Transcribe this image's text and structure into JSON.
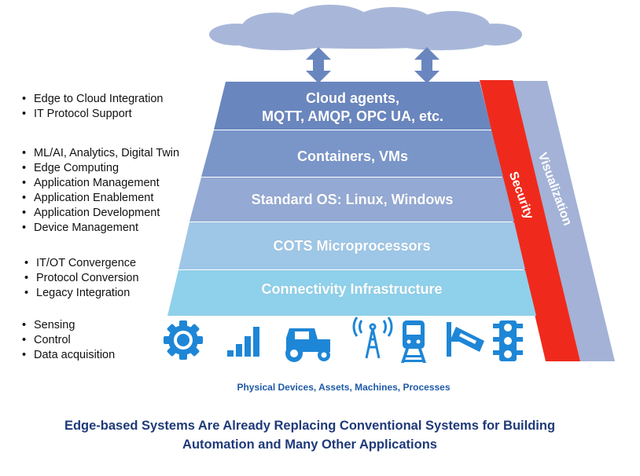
{
  "layers": [
    {
      "id": "cloud-agents",
      "line1": "Cloud agents,",
      "line2": "MQTT, AMQP, OPC UA, etc.",
      "color": "#6a86be"
    },
    {
      "id": "containers",
      "line1": "Containers, VMs",
      "color": "#7a96c9"
    },
    {
      "id": "standard-os",
      "line1": "Standard OS:  Linux, Windows",
      "color": "#94a9d3"
    },
    {
      "id": "cots",
      "line1": "COTS Microprocessors",
      "color": "#9ec6e6"
    },
    {
      "id": "connectivity",
      "line1": "Connectivity Infrastructure",
      "color": "#8fd0ea"
    }
  ],
  "side_bars": {
    "security": {
      "label": "Security",
      "color": "#ef2a1c"
    },
    "visualization": {
      "label": "Visualization",
      "color": "#a3b2d6"
    }
  },
  "bullet_groups": [
    [
      "Edge to Cloud Integration",
      "IT Protocol Support"
    ],
    [
      "ML/AI, Analytics, Digital Twin",
      "Edge Computing",
      "Application Management",
      "Application Enablement",
      "Application Development",
      "Device Management"
    ],
    [
      "IT/OT Convergence",
      "Protocol Conversion",
      "Legacy Integration"
    ],
    [
      "Sensing",
      "Control",
      "Data acquisition"
    ]
  ],
  "device_icons": [
    "gear-icon",
    "signal-bars-icon",
    "tractor-icon",
    "radio-tower-icon",
    "train-icon",
    "security-camera-icon",
    "traffic-light-icon"
  ],
  "icon_color": "#1e86d6",
  "cloud_color": "#a8b7d9",
  "devices_caption": "Physical Devices, Assets, Machines, Processes",
  "main_caption": {
    "line1": "Edge-based Systems Are Already Replacing Conventional Systems for Building",
    "line2": "Automation and Many Other Applications"
  }
}
